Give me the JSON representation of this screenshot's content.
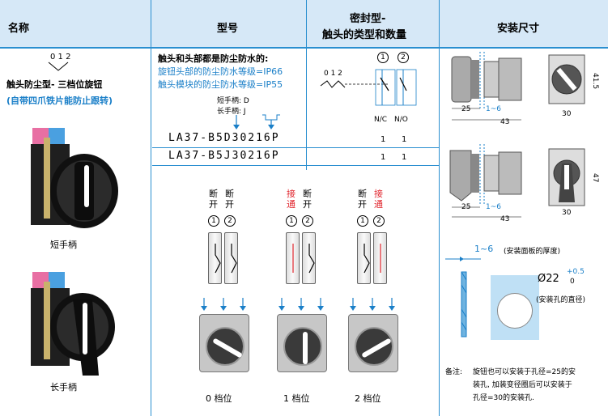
{
  "header": {
    "col_name": "名称",
    "col_model": "型号",
    "col_seal_line1": "密封型-",
    "col_seal_line2": "触头的类型和数量",
    "col_dims": "安装尺寸"
  },
  "left": {
    "positions_label": "0 1 2",
    "product_name": "触头防尘型- 三档位旋钮",
    "product_note": "(自带四爪铁片能防止跟转)",
    "short_handle_label": "短手柄",
    "long_handle_label": "长手柄"
  },
  "model": {
    "intro": "触头和头部都是防尘防水的:",
    "head_rating": "旋钮头部的防尘防水等级=IP66",
    "module_rating": "触头模块的防尘防水等级=IP55",
    "short_handle_code": "短手柄: D",
    "long_handle_code": "长手柄: J",
    "rows": [
      {
        "code": "LA37-B5D30216P",
        "nc": "1",
        "no": "1"
      },
      {
        "code": "LA37-B5J30216P",
        "nc": "1",
        "no": "1"
      }
    ]
  },
  "seal": {
    "contact1": "1",
    "contact2": "2",
    "positions": "0 1 2",
    "nc_label": "N/C",
    "no_label": "N/O"
  },
  "positions": [
    {
      "state1_top": "断",
      "state1_bot": "开",
      "state2_top": "断",
      "state2_bot": "开",
      "label": "0 档位",
      "state1_color": "#000000",
      "state2_color": "#000000"
    },
    {
      "state1_top": "接",
      "state1_bot": "通",
      "state2_top": "断",
      "state2_bot": "开",
      "label": "1 档位",
      "state1_color": "#e0242c",
      "state2_color": "#000000"
    },
    {
      "state1_top": "断",
      "state1_bot": "开",
      "state2_top": "接",
      "state2_bot": "通",
      "label": "2 档位",
      "state1_color": "#000000",
      "state2_color": "#e0242c"
    }
  ],
  "pos_contact1": "1",
  "pos_contact2": "2",
  "dims": {
    "short": {
      "d25": "25",
      "range": "1~6",
      "d43": "43",
      "d41_5": "41.5",
      "d30": "30"
    },
    "long": {
      "d25": "25",
      "range": "1~6",
      "d43": "43",
      "d47": "47",
      "d30": "30"
    },
    "panel_thickness_range": "1~6",
    "panel_thickness_label": "(安装面板的厚度)",
    "hole_dia": "Ø22",
    "hole_tol_plus": "+0.5",
    "hole_tol_zero": "0",
    "hole_label": "(安装孔的直径)",
    "note_label": "备注:",
    "note_line1": "旋钮也可以安装于孔径=25的安",
    "note_line2": "装孔, 加装变径圈后可以安装于",
    "note_line3": "孔径=30的安装孔."
  },
  "colors": {
    "header_bg": "#d6e8f7",
    "rule": "#2a8fd0",
    "accent_blue": "#1a7fc8",
    "accent_red": "#e0242c"
  }
}
